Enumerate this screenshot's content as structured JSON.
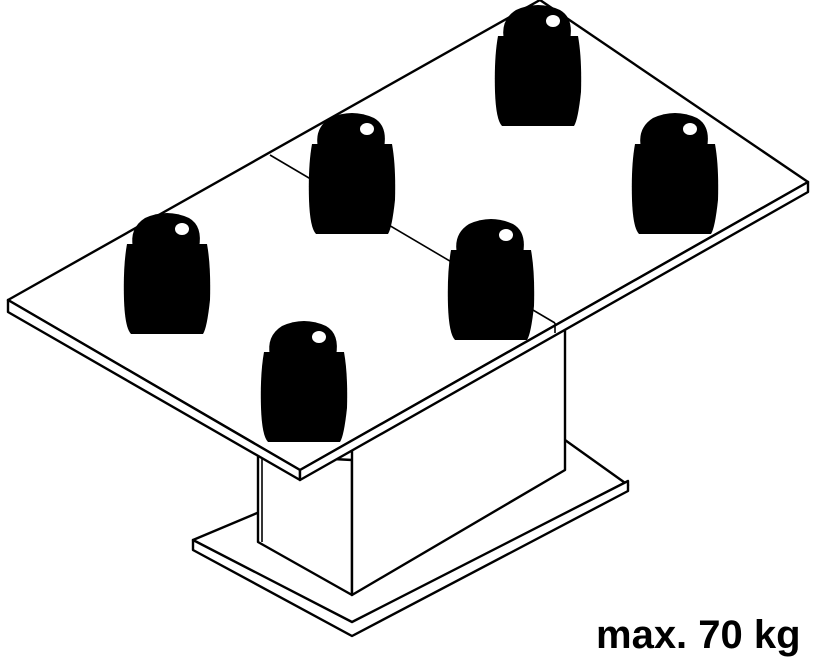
{
  "diagram": {
    "subject": "extendable-table-load-illustration",
    "weight_count": 6,
    "load_label": "max. 70 kg"
  },
  "colors": {
    "line": "#000000",
    "background": "#ffffff",
    "weights": "#000000"
  },
  "icons": [
    "weight-icon"
  ]
}
